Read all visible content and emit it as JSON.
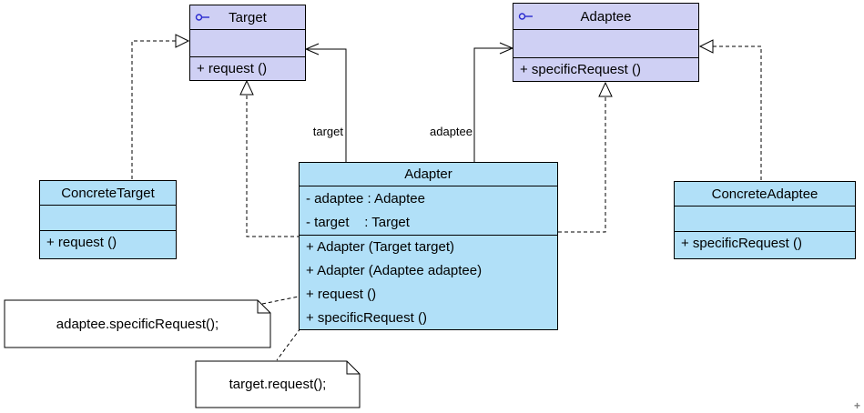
{
  "classes": {
    "target": {
      "title": "Target",
      "stereotype_icon": "interface-lollipop-icon",
      "attributes": [],
      "methods": [
        "+ request ()"
      ]
    },
    "adaptee": {
      "title": "Adaptee",
      "stereotype_icon": "interface-lollipop-icon",
      "attributes": [],
      "methods": [
        "+ specificRequest ()"
      ]
    },
    "adapter": {
      "title": "Adapter",
      "attributes": [
        "- adaptee : Adaptee",
        "- target    : Target"
      ],
      "methods": [
        "+ Adapter (Target target)",
        "+ Adapter (Adaptee adaptee)",
        "+ request ()",
        "+ specificRequest ()"
      ]
    },
    "concrete_target": {
      "title": "ConcreteTarget",
      "attributes": [],
      "methods": [
        "+ request ()"
      ]
    },
    "concrete_adaptee": {
      "title": "ConcreteAdaptee",
      "attributes": [],
      "methods": [
        "+ specificRequest ()"
      ]
    }
  },
  "association_labels": {
    "target": "target",
    "adaptee": "adaptee"
  },
  "notes": {
    "adaptee_call": "adaptee.specificRequest();",
    "target_call": "target.request();"
  },
  "misc": {
    "corner_mark": "+"
  },
  "colors": {
    "interface_fill": "#cfd0f4",
    "class_fill": "#b1e0f8",
    "border": "#000000",
    "icon_blue": "#2a2ad0",
    "note_fill": "#ffffff",
    "corner_mark": "#808080"
  }
}
